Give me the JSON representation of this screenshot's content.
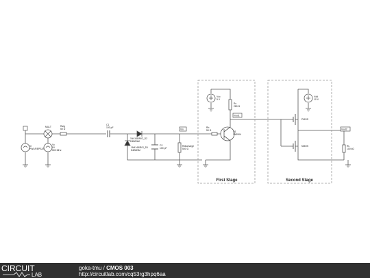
{
  "colors": {
    "wire": "#555555",
    "stage_border": "#9a9a9a",
    "label_text": "#222222",
    "footer_bg": "#303030",
    "footer_text": "#ffffff"
  },
  "stages": {
    "first": "First Stage",
    "second": "Second Stage"
  },
  "components": {
    "vi": [
      "Vi",
      "PWL/REPEAT"
    ],
    "mult": [
      "MULT"
    ],
    "vc": [
      "Vc",
      "1V",
      "500 MHz"
    ],
    "rsig": [
      "Rsig",
      "50 Ω"
    ],
    "c1": [
      "C1",
      "100 pF"
    ],
    "d2": [
      "1N4148/R/G_D2",
      "D4B0NM"
    ],
    "d1": [
      "1N4148/R/G_D1",
      "D4B0NM"
    ],
    "c2": [
      "C2",
      "100 pF"
    ],
    "vin": [
      "Vin"
    ],
    "rdis": [
      "Rdischarge",
      "500 Ω"
    ],
    "rb": [
      "Rb",
      "50 Ω"
    ],
    "vcc": [
      "Vcc",
      "5 V"
    ],
    "rc": [
      "Rc",
      "280 Ω"
    ],
    "vout1": [
      "Vout1"
    ],
    "q1": [
      "Q1",
      "2N3904"
    ],
    "vdd": [
      "Vdd",
      "10 V"
    ],
    "pmos": [
      "PMOS"
    ],
    "nmos": [
      "NMOS"
    ],
    "vout2": [
      "Vout2"
    ],
    "rl": [
      "RL",
      "100 kΩ"
    ]
  },
  "footer": {
    "logo_top": "CIRCUIT",
    "logo_bottom": "LAB",
    "author": "goka-tmu",
    "separator": "/",
    "circuit_name": "CMOS 003",
    "url": "http://circuitlab.com/cq53rg3hpq6aa"
  }
}
